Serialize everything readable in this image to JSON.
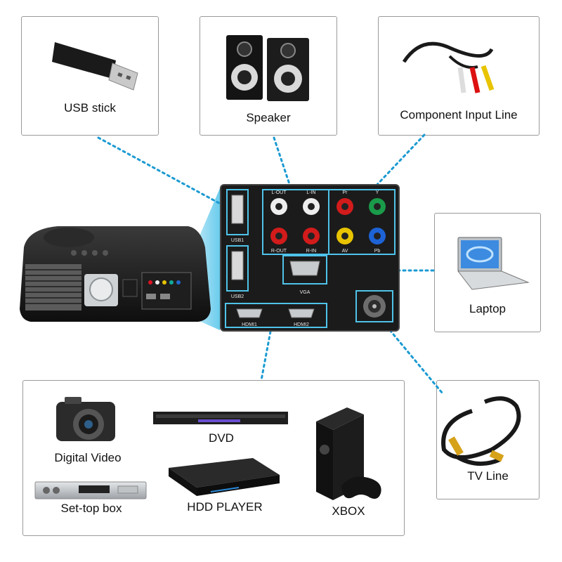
{
  "devices": {
    "usb": "USB stick",
    "speaker": "Speaker",
    "component": "Component Input Line",
    "laptop": "Laptop",
    "tv_line": "TV Line",
    "digital_video": "Digital Video",
    "dvd": "DVD",
    "set_top_box": "Set-top box",
    "hdd_player": "HDD PLAYER",
    "xbox": "XBOX"
  },
  "panel": {
    "usb1": "USB1",
    "usb2": "USB2",
    "l_out": "L-OUT",
    "l_in": "L-IN",
    "r_out": "R-OUT",
    "r_in": "R-IN",
    "pr": "Pr",
    "y": "Y",
    "av": "AV",
    "pb": "Pb",
    "vga": "VGA",
    "hdmi1": "HDMI1",
    "hdmi2": "HDMI2"
  },
  "colors": {
    "connector": "#1b9ad2",
    "highlight": "#4fc3ea",
    "panel": "#1b1b1b"
  }
}
